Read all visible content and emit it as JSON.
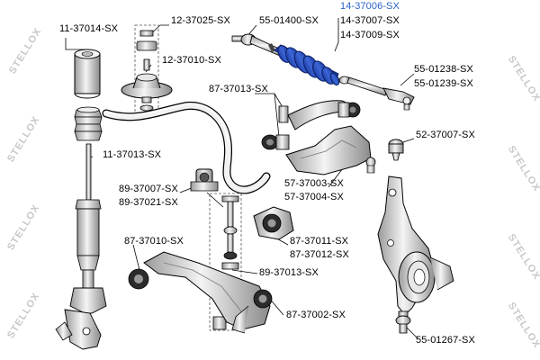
{
  "brand": {
    "watermark_text": "STELLOX"
  },
  "highlight_color": "#2a63c7",
  "labels": {
    "p_14_37006": "14-37006-SX",
    "p_14_37007": "14-37007-SX",
    "p_14_37009": "14-37009-SX",
    "p_11_37014": "11-37014-SX",
    "p_12_37025": "12-37025-SX",
    "p_55_01400": "55-01400-SX",
    "p_12_37010": "12-37010-SX",
    "p_55_01238": "55-01238-SX",
    "p_55_01239": "55-01239-SX",
    "p_87_37013_top": "87-37013-SX",
    "p_11_37013": "11-37013-SX",
    "p_52_37007": "52-37007-SX",
    "p_57_37003": "57-37003-SX",
    "p_57_37004": "57-37004-SX",
    "p_89_37007": "89-37007-SX",
    "p_89_37021": "89-37021-SX",
    "p_87_37011": "87-37011-SX",
    "p_87_37012": "87-37012-SX",
    "p_87_37010": "87-37010-SX",
    "p_89_37013": "89-37013-SX",
    "p_87_37002": "87-37002-SX",
    "p_55_01267": "55-01267-SX"
  }
}
